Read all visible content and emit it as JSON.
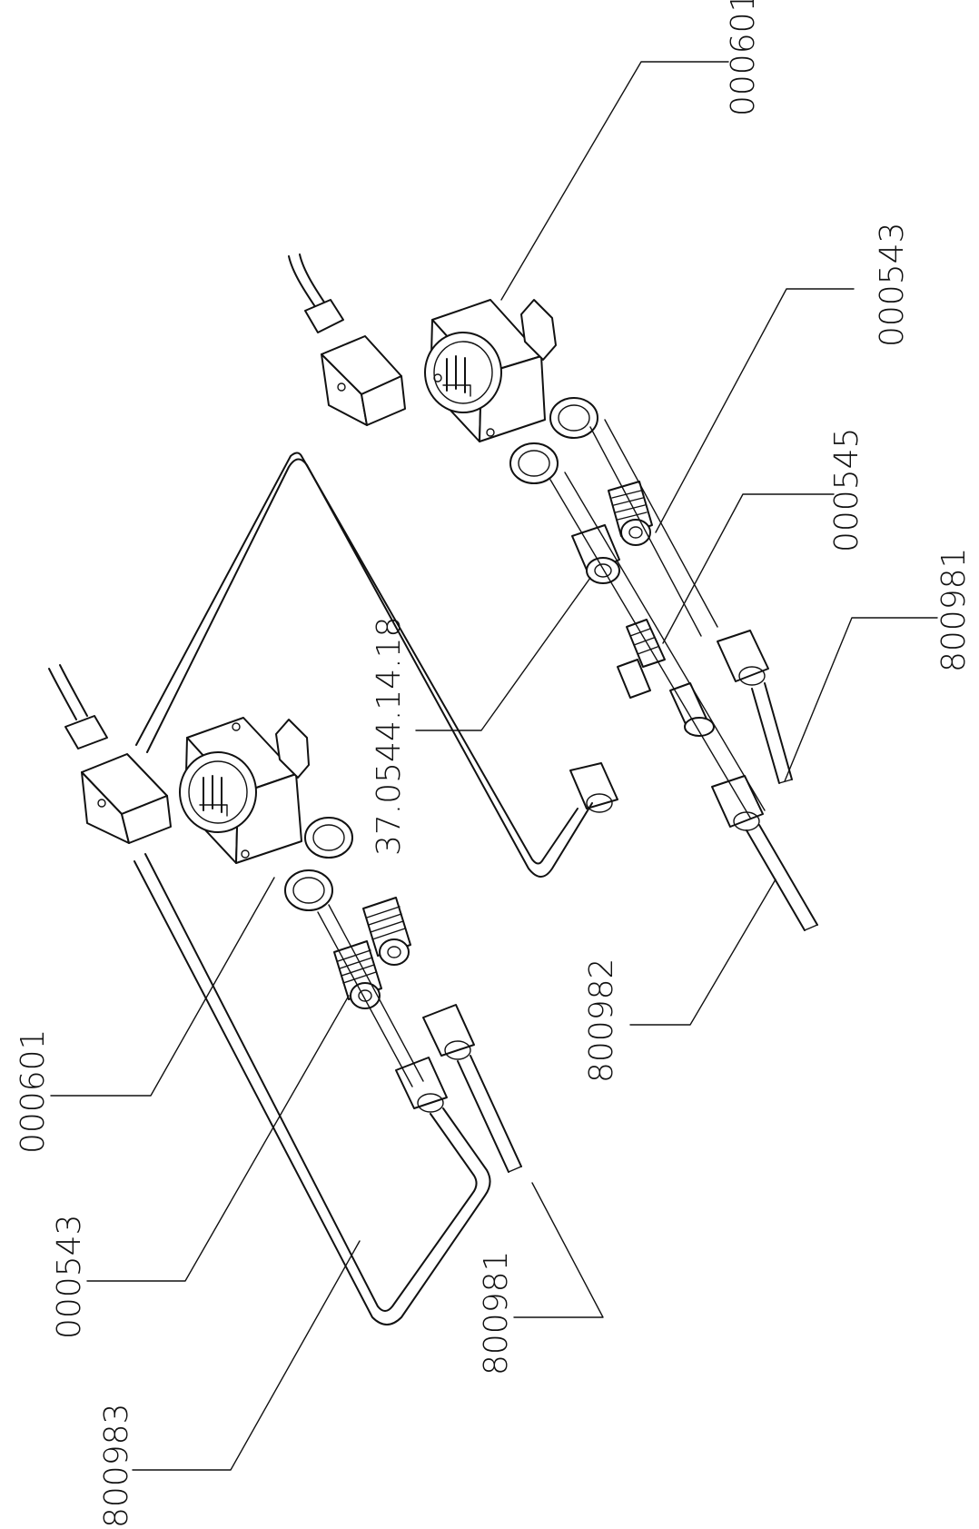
{
  "callouts": [
    {
      "id": "c1",
      "text": "000601"
    },
    {
      "id": "c2",
      "text": "000543"
    },
    {
      "id": "c3",
      "text": "000545"
    },
    {
      "id": "c4",
      "text": "800981"
    },
    {
      "id": "c5",
      "text": "37.0544.14.18"
    },
    {
      "id": "c6",
      "text": "800982"
    },
    {
      "id": "c7",
      "text": "000601"
    },
    {
      "id": "c8",
      "text": "000543"
    },
    {
      "id": "c9",
      "text": "800981"
    },
    {
      "id": "c10",
      "text": "800983"
    }
  ]
}
